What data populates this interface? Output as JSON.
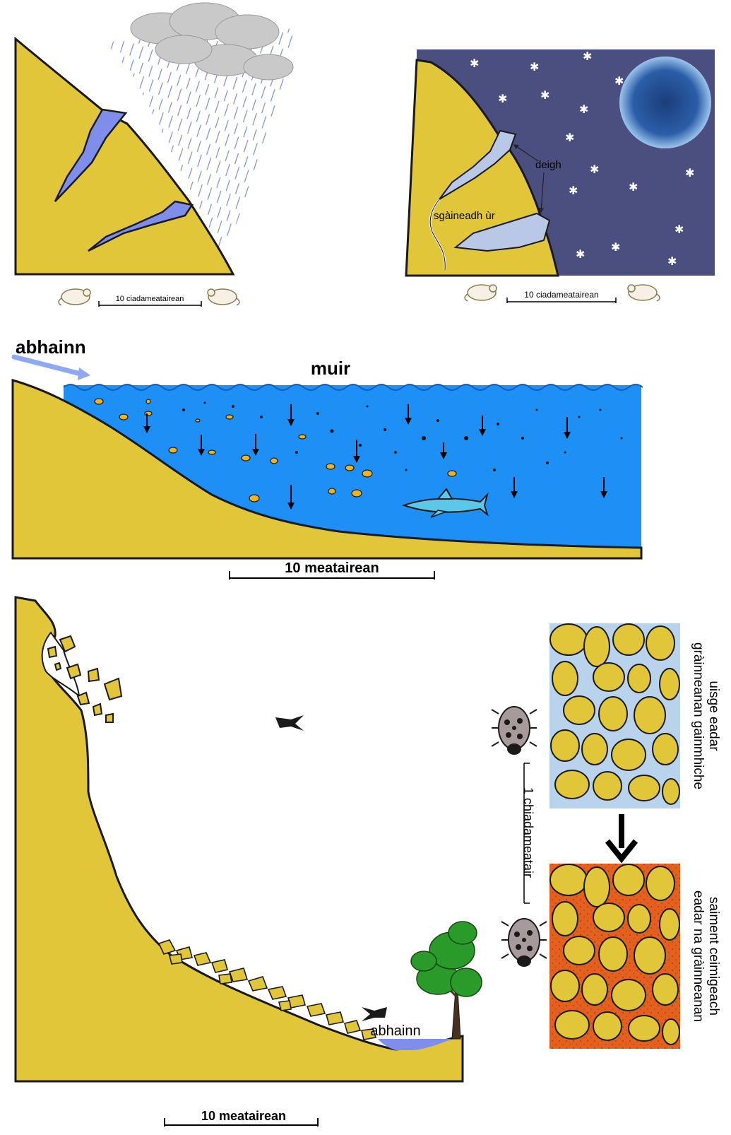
{
  "colors": {
    "rock": "#E2C63A",
    "rock_outline": "#1a1a1a",
    "water_blue": "#7F8EEB",
    "night_sky": "#4A4F80",
    "ice": "#B8C8E6",
    "sea": "#1E90F5",
    "pore_water": "#B9D3EC",
    "cement": "#E3601F",
    "pebble": "#F0B41E",
    "tree_green": "#2A9A2A"
  },
  "panel_rain": {
    "scale_label": "10 ciadameatairean"
  },
  "panel_frost": {
    "ice_label": "deigh",
    "crack_label": "sgàineadh ùr",
    "scale_label": "10 ciadameatairean"
  },
  "panel_sea": {
    "river_label": "abhainn",
    "sea_label": "muir",
    "scale_label": "10 meatairean"
  },
  "panel_valley": {
    "river_label": "abhainn",
    "scale_label": "10 meatairean"
  },
  "panel_cement": {
    "top_label_line1": "uisge eadar",
    "top_label_line2": "gràinneanan gainmhiche",
    "bottom_label_line1": "saiment ceimigeach",
    "bottom_label_line2": "eadar na gràinneanan",
    "scale_label": "1 chiadameatair"
  }
}
